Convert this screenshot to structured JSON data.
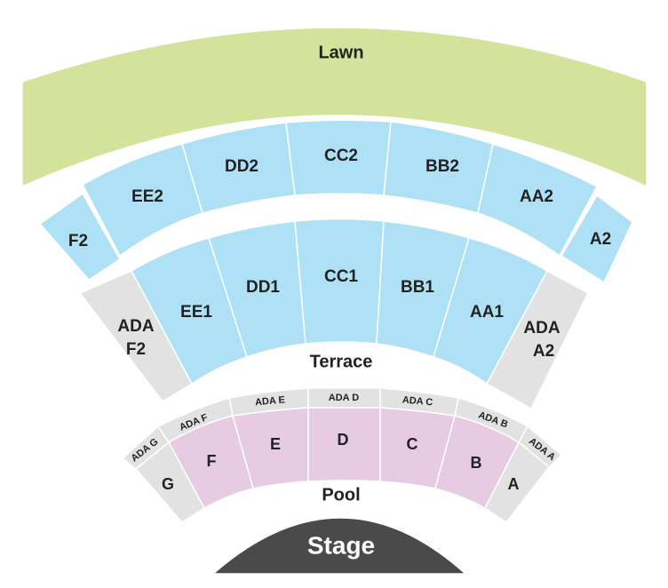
{
  "colors": {
    "lawn": "#d3e39b",
    "upper": "#aee0f6",
    "ada": "#e2e2e2",
    "pool": "#e6cbe3",
    "stage": "#4a4a4a"
  },
  "areas": {
    "lawn": "Lawn",
    "terrace": "Terrace",
    "pool": "Pool",
    "stage": "Stage"
  },
  "sections": {
    "f2": "F2",
    "ee2": "EE2",
    "dd2": "DD2",
    "cc2": "CC2",
    "bb2": "BB2",
    "aa2": "AA2",
    "a2": "A2",
    "ada_f2_line1": "ADA",
    "ada_f2_line2": "F2",
    "ee1": "EE1",
    "dd1": "DD1",
    "cc1": "CC1",
    "bb1": "BB1",
    "aa1": "AA1",
    "ada_a2_line1": "ADA",
    "ada_a2_line2": "A2",
    "ada_g": "ADA G",
    "ada_f": "ADA F",
    "ada_e": "ADA E",
    "ada_d": "ADA D",
    "ada_c": "ADA C",
    "ada_b": "ADA B",
    "ada_a": "ADA A",
    "g": "G",
    "f": "F",
    "e": "E",
    "d": "D",
    "c": "C",
    "b": "B",
    "a": "A"
  }
}
